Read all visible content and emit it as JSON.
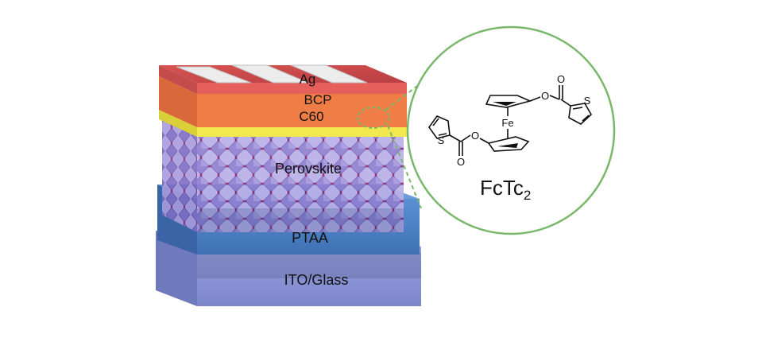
{
  "layers": {
    "ag": "Ag",
    "bcp": "BCP",
    "c60": "C60",
    "perovskite": "Perovskite",
    "ptaa": "PTAA",
    "ito_glass": "ITO/Glass"
  },
  "molecule": {
    "name_main": "FcTc",
    "name_subscript": "2",
    "atoms": {
      "iron": "Fe",
      "sulfur": "S",
      "oxygen": "O"
    }
  },
  "colors": {
    "ag_layer": "#d9524f",
    "bcp_layer": "#ef7d45",
    "c60_layer": "#f2e94e",
    "perovskite": "#9d8fd8",
    "ptaa_layer": "#4f82c7",
    "ito_glass": "#8d96d6",
    "zoom_circle": "#79b86a"
  }
}
